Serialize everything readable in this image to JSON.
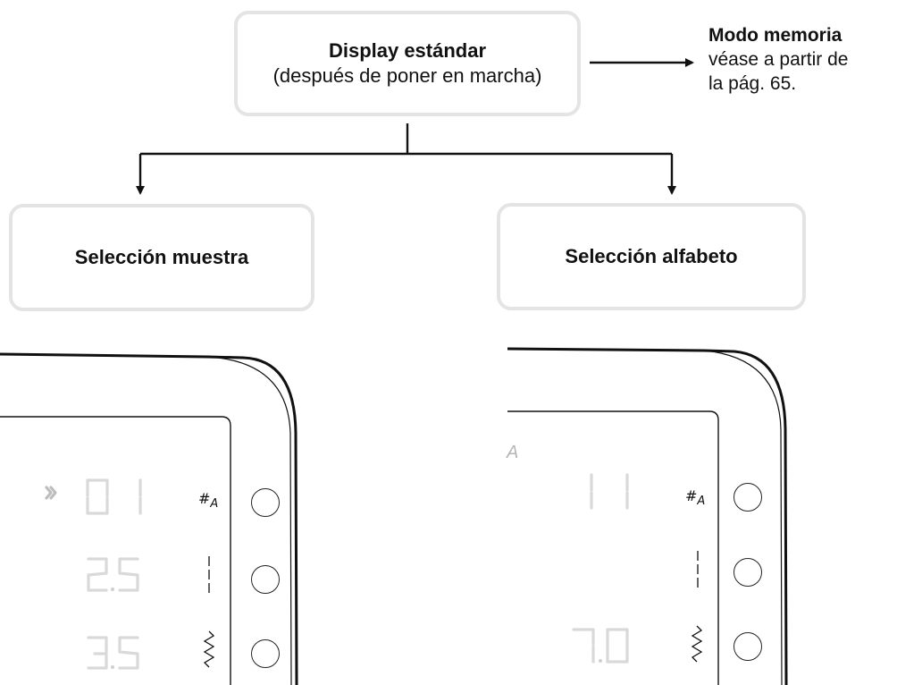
{
  "top_box": {
    "title": "Display estándar",
    "subtitle": "(después de poner en marcha)"
  },
  "side_note": {
    "title": "Modo memoria",
    "line1": "véase a partir de",
    "line2": "la pág. 65."
  },
  "left_box": {
    "label": "Selección muestra"
  },
  "right_box": {
    "label": "Selección alfabeto"
  },
  "left_display": {
    "pattern_number": "01",
    "stitch_length": "2.5",
    "stitch_width": "3.5",
    "alpha_symbol": "#A",
    "icons": [
      "pattern-indicator-icon",
      "straight-stitch-icon",
      "zigzag-stitch-icon"
    ]
  },
  "right_display": {
    "mode_letter": "A",
    "pattern_number": "11",
    "stitch_width": "7.0",
    "alpha_symbol": "#A",
    "icons": [
      "straight-stitch-icon",
      "zigzag-stitch-icon"
    ]
  }
}
